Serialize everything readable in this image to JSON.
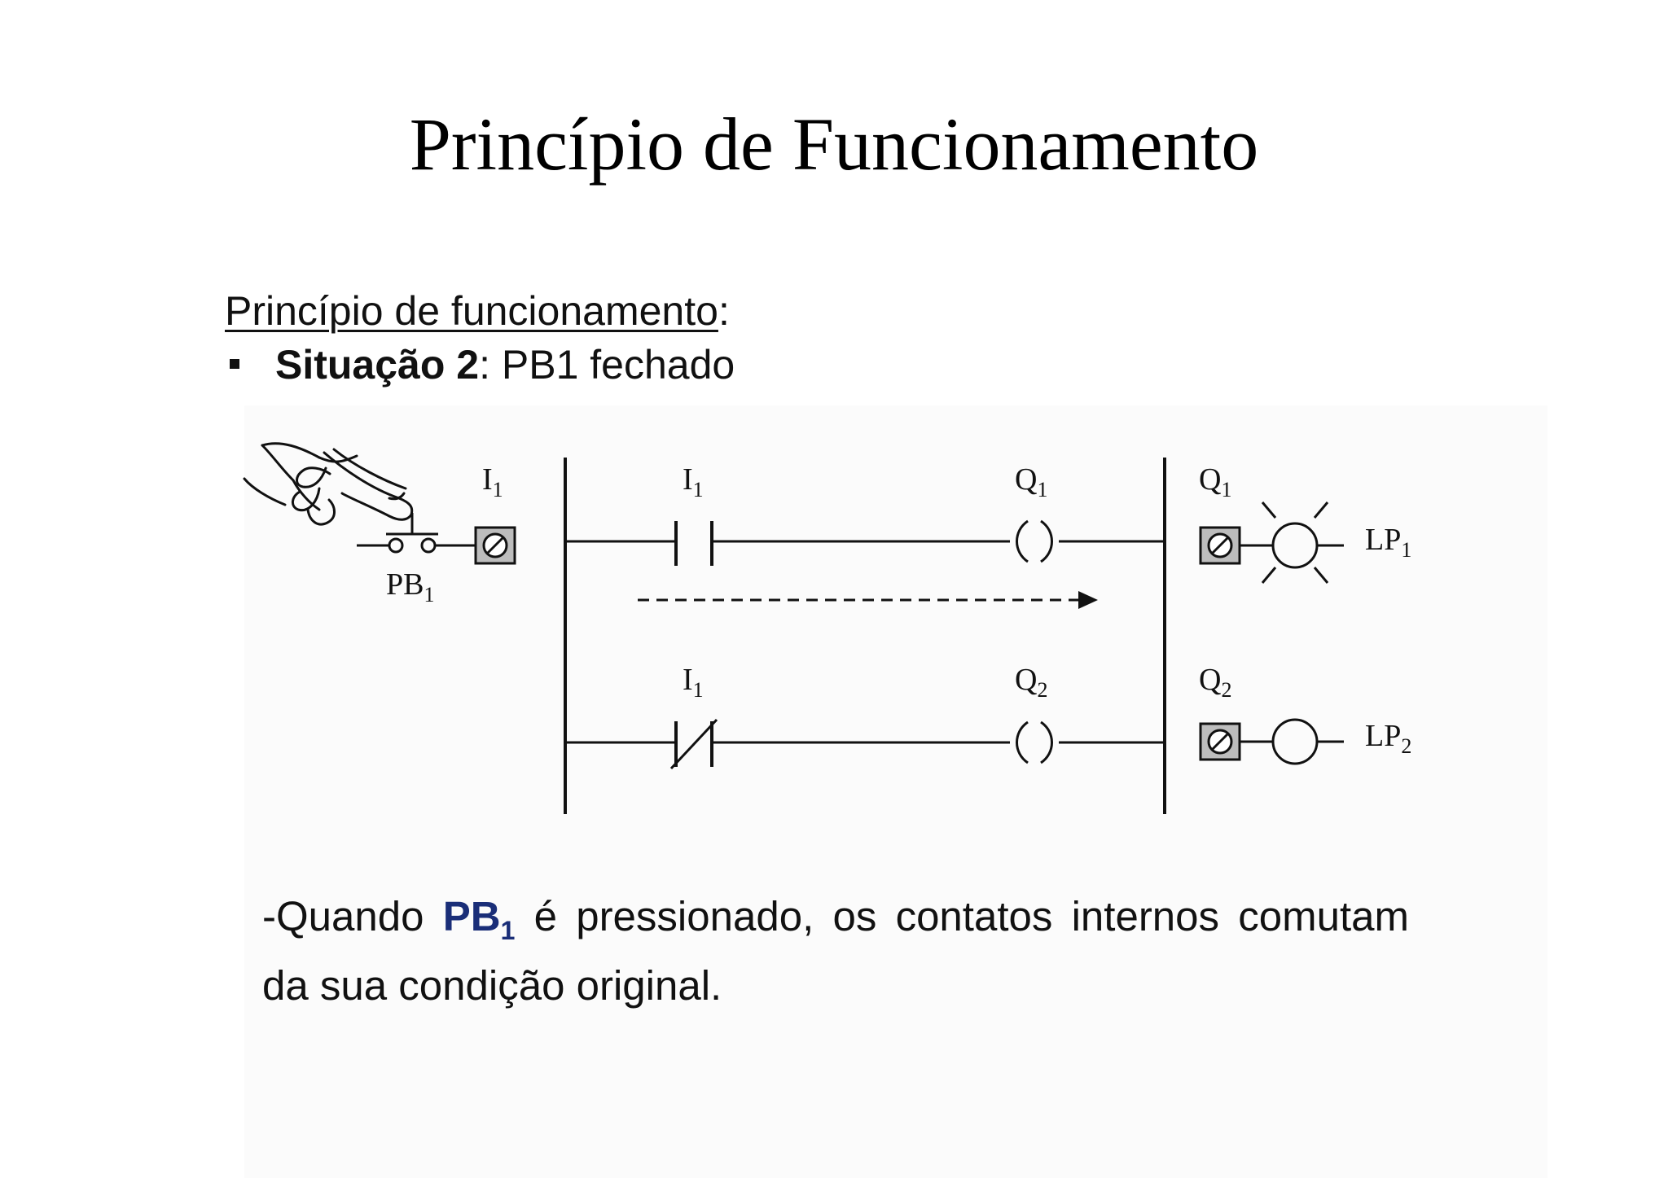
{
  "slide": {
    "title": "Princípio de Funcionamento"
  },
  "section": {
    "heading": "Princípio de funcionamento",
    "heading_colon": ":",
    "bullet_label": "Situação 2",
    "bullet_rest": ": PB1 fechado"
  },
  "diagram": {
    "pushbutton": {
      "base": "PB",
      "sub": "1"
    },
    "input_terminal": {
      "base": "I",
      "sub": "1"
    },
    "rung1_contact": {
      "base": "I",
      "sub": "1",
      "kind": "normally-open"
    },
    "rung1_coil": {
      "base": "Q",
      "sub": "1"
    },
    "rung2_contact": {
      "base": "I",
      "sub": "1",
      "kind": "normally-closed"
    },
    "rung2_coil": {
      "base": "Q",
      "sub": "2"
    },
    "output1_terminal": {
      "base": "Q",
      "sub": "1"
    },
    "output2_terminal": {
      "base": "Q",
      "sub": "2"
    },
    "lamp1": {
      "base": "LP",
      "sub": "1",
      "state": "on"
    },
    "lamp2": {
      "base": "LP",
      "sub": "2",
      "state": "off"
    }
  },
  "description": {
    "prefix": "-Quando ",
    "pb_base": "PB",
    "pb_sub": "1",
    "suffix": " é pressionado, os contatos internos comutam da sua condição original."
  },
  "colors": {
    "text": "#111111",
    "highlight": "#1a2e78",
    "terminal_fill": "#bdbdbd"
  }
}
